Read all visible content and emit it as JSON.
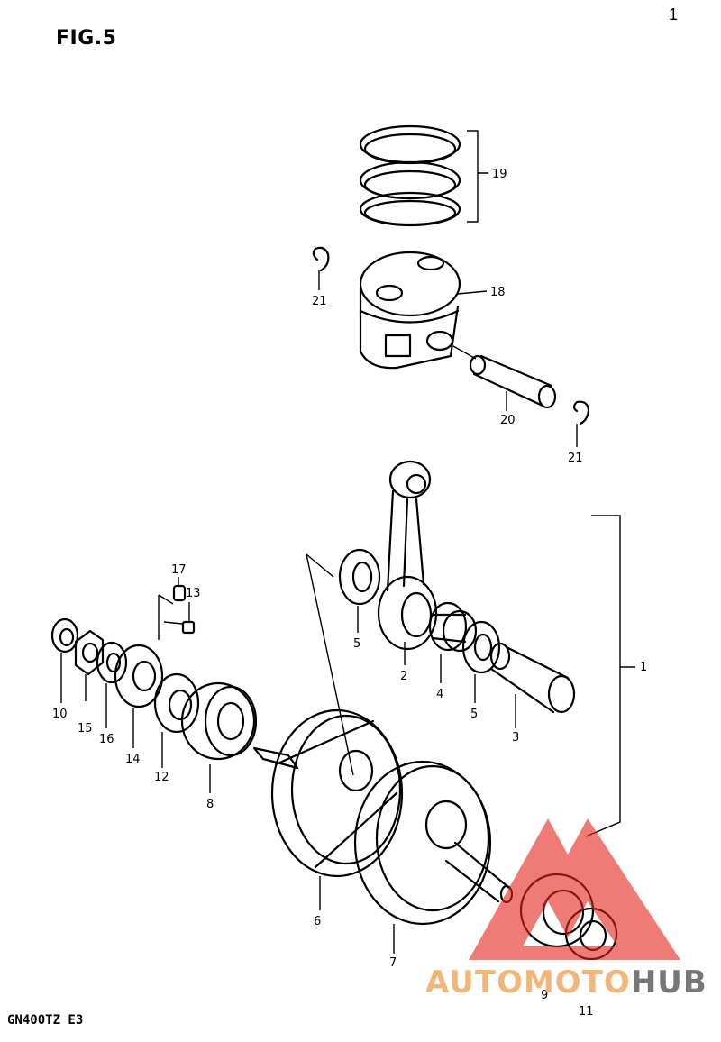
{
  "figure": {
    "title": "FIG.5",
    "page_number": "1",
    "model": "GN400TZ  E3"
  },
  "parts": [
    {
      "id": "1"
    },
    {
      "id": "2"
    },
    {
      "id": "3"
    },
    {
      "id": "4"
    },
    {
      "id": "5"
    },
    {
      "id": "6"
    },
    {
      "id": "7"
    },
    {
      "id": "8"
    },
    {
      "id": "9"
    },
    {
      "id": "10"
    },
    {
      "id": "11"
    },
    {
      "id": "12"
    },
    {
      "id": "13"
    },
    {
      "id": "14"
    },
    {
      "id": "15"
    },
    {
      "id": "16"
    },
    {
      "id": "17"
    },
    {
      "id": "18"
    },
    {
      "id": "19"
    },
    {
      "id": "20"
    },
    {
      "id": "21"
    }
  ],
  "labels": {
    "l1": "1",
    "l2": "2",
    "l3": "3",
    "l4": "4",
    "l5a": "5",
    "l5b": "5",
    "l6": "6",
    "l7": "7",
    "l8": "8",
    "l9": "9",
    "l10": "10",
    "l11": "11",
    "l12": "12",
    "l13": "13",
    "l14": "14",
    "l15": "15",
    "l16": "16",
    "l17": "17",
    "l18": "18",
    "l19": "19",
    "l20": "20",
    "l21a": "21",
    "l21b": "21"
  },
  "watermark": {
    "text_a": "AUTOMOTO",
    "text_b": "HUB",
    "colors": {
      "triangle": "#e5231b",
      "text": "#f1b77a",
      "text_dark": "#777777"
    }
  }
}
